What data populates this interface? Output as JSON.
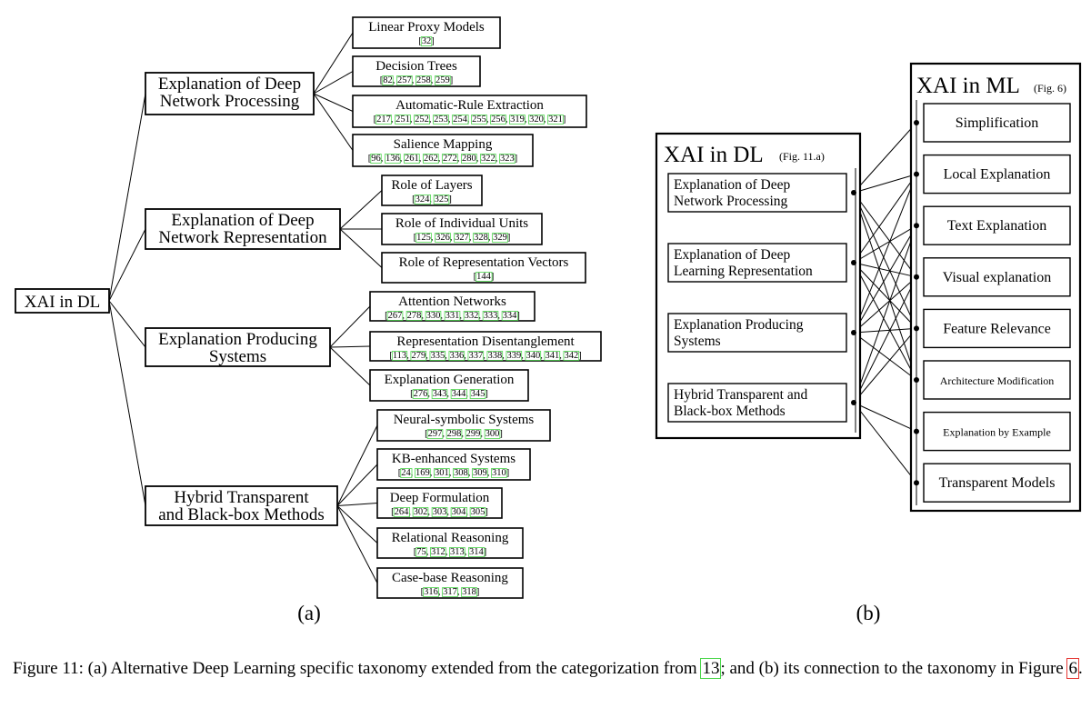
{
  "left": {
    "root": "XAI in DL",
    "label": "(a)",
    "groups": [
      {
        "title": [
          "Explanation of Deep",
          "Network Processing"
        ],
        "children": [
          {
            "title": "Linear Proxy Models",
            "refs": [
              "32"
            ]
          },
          {
            "title": "Decision Trees",
            "refs": [
              "82",
              "257",
              "258",
              "259"
            ]
          },
          {
            "title": "Automatic-Rule Extraction",
            "refs": [
              "217",
              "251",
              "252",
              "253",
              "254",
              "255",
              "256",
              "319",
              "320",
              "321"
            ]
          },
          {
            "title": "Salience Mapping",
            "refs": [
              "96",
              "136",
              "261",
              "262",
              "272",
              "280",
              "322",
              "323"
            ]
          }
        ]
      },
      {
        "title": [
          "Explanation of Deep",
          "Network Representation"
        ],
        "children": [
          {
            "title": "Role of Layers",
            "refs": [
              "324",
              "325"
            ]
          },
          {
            "title": "Role of Individual Units",
            "refs": [
              "125",
              "326",
              "327",
              "328",
              "329"
            ]
          },
          {
            "title": "Role of Representation Vectors",
            "refs": [
              "144"
            ]
          }
        ]
      },
      {
        "title": [
          "Explanation Producing",
          "Systems"
        ],
        "children": [
          {
            "title": "Attention Networks",
            "refs": [
              "267",
              "278",
              "330",
              "331",
              "332",
              "333",
              "334"
            ]
          },
          {
            "title": "Representation Disentanglement",
            "refs": [
              "113",
              "279",
              "335",
              "336",
              "337",
              "338",
              "339",
              "340",
              "341",
              "342"
            ]
          },
          {
            "title": "Explanation Generation",
            "refs": [
              "276",
              "343",
              "344",
              "345"
            ]
          }
        ]
      },
      {
        "title": [
          "Hybrid Transparent",
          "and Black-box Methods"
        ],
        "children": [
          {
            "title": "Neural-symbolic Systems",
            "refs": [
              "297",
              "298",
              "299",
              "300"
            ]
          },
          {
            "title": "KB-enhanced Systems",
            "refs": [
              "24",
              "169",
              "301",
              "308",
              "309",
              "310"
            ]
          },
          {
            "title": "Deep Formulation",
            "refs": [
              "264",
              "302",
              "303",
              "304",
              "305"
            ]
          },
          {
            "title": "Relational Reasoning",
            "refs": [
              "75",
              "312",
              "313",
              "314"
            ]
          },
          {
            "title": "Case-base Reasoning",
            "refs": [
              "316",
              "317",
              "318"
            ]
          }
        ]
      }
    ]
  },
  "right": {
    "label": "(b)",
    "dl_title": "XAI in DL",
    "dl_fig": "(Fig. 11.a)",
    "ml_title": "XAI in ML",
    "ml_fig": "(Fig. 6)",
    "dl_items": [
      [
        "Explanation of Deep",
        "Network Processing"
      ],
      [
        "Explanation of Deep",
        "Learning Representation"
      ],
      [
        "Explanation Producing",
        "Systems"
      ],
      [
        "Hybrid Transparent and",
        "Black-box Methods"
      ]
    ],
    "ml_items": [
      "Simplification",
      "Local Explanation",
      "Text Explanation",
      "Visual explanation",
      "Feature Relevance",
      "Architecture Modification",
      "Explanation by Example",
      "Transparent Models"
    ],
    "connections": [
      [
        0,
        0
      ],
      [
        0,
        1
      ],
      [
        0,
        3
      ],
      [
        0,
        4
      ],
      [
        0,
        5
      ],
      [
        1,
        1
      ],
      [
        1,
        2
      ],
      [
        1,
        3
      ],
      [
        1,
        4
      ],
      [
        1,
        5
      ],
      [
        2,
        1
      ],
      [
        2,
        2
      ],
      [
        2,
        3
      ],
      [
        2,
        4
      ],
      [
        2,
        5
      ],
      [
        3,
        2
      ],
      [
        3,
        3
      ],
      [
        3,
        4
      ],
      [
        3,
        6
      ],
      [
        3,
        7
      ]
    ]
  },
  "caption": {
    "parts": [
      {
        "text": "Figure 11: (a) Alternative Deep Learning specific taxonomy extended from the categorization from ",
        "style": "plain"
      },
      {
        "text": "13",
        "style": "cite-green"
      },
      {
        "text": "; and (b) its connection to the taxonomy in Figure ",
        "style": "plain"
      },
      {
        "text": "6",
        "style": "cite-red"
      },
      {
        "text": ".",
        "style": "plain"
      }
    ]
  },
  "colors": {
    "ref_box": "#4bd64b",
    "fig_ref_box": "#e53935"
  }
}
